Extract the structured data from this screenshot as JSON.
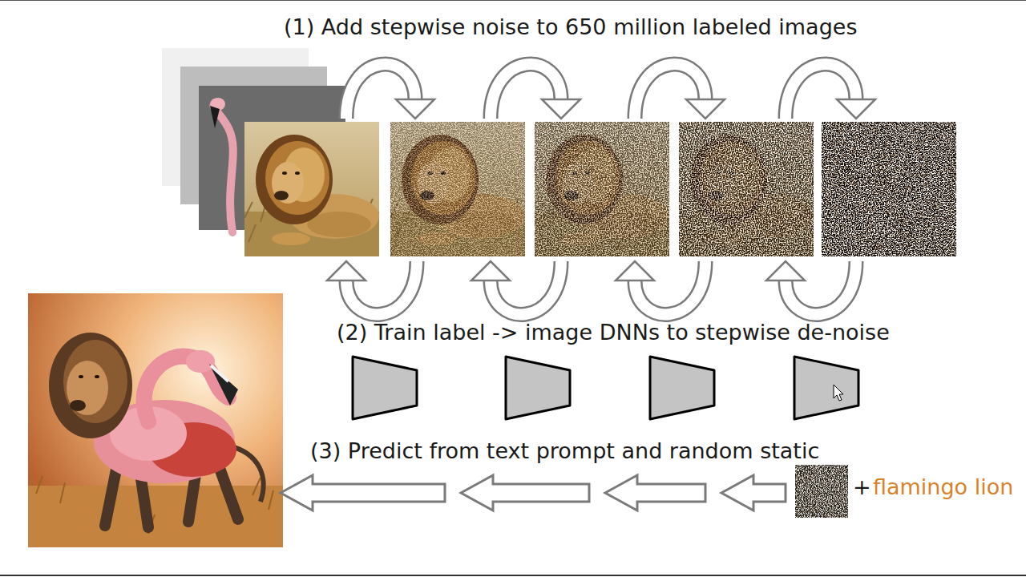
{
  "diagram": {
    "labels": [
      "(1) Add stepwise noise to 650 million labeled images",
      "(2) Train label -> image DNNs to stepwise de-noise",
      "(3) Predict from text prompt and random static",
      "+",
      "flamingo lion"
    ]
  }
}
